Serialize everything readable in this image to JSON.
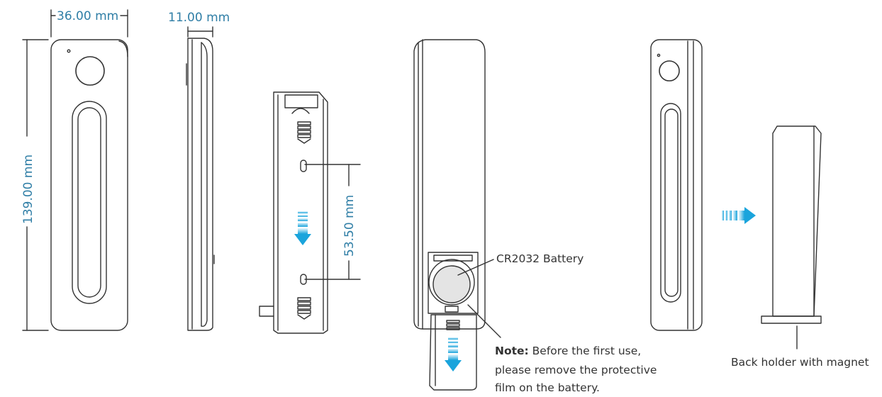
{
  "dimensions": {
    "width": "36.00 mm",
    "depth": "11.00 mm",
    "height": "139.00 mm",
    "hole_spacing": "53.50 mm"
  },
  "labels": {
    "battery": "CR2032 Battery",
    "note_prefix": "Note:",
    "note_line1": " Before the first use,",
    "note_line2": "please remove the protective",
    "note_line3": "film on the battery.",
    "holder": "Back holder with magnet"
  },
  "colors": {
    "dimension_text": "#2f7ea6",
    "line": "#333333",
    "arrow_gradient_start": "#e6f6fc",
    "arrow_gradient_end": "#1aa4dc"
  }
}
